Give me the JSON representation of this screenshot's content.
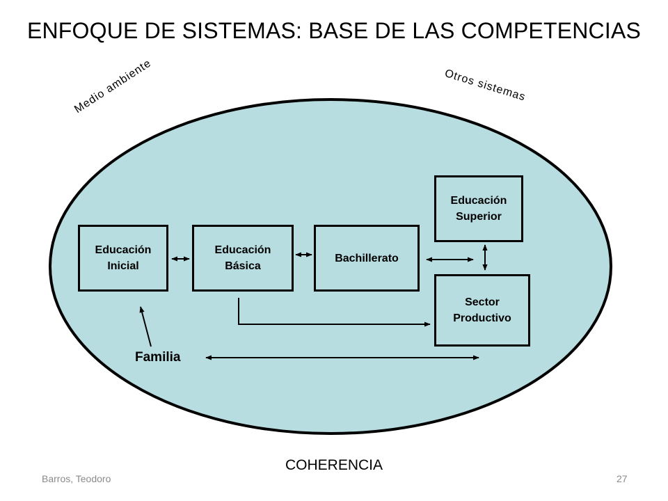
{
  "slide": {
    "title": "ENFOQUE DE SISTEMAS: BASE DE LAS COMPETENCIAS",
    "footer_author": "Barros, Teodoro",
    "page_number": "27"
  },
  "diagram": {
    "outer_labels": {
      "environment": "Medio ambiente",
      "other_systems": "Otros sistemas"
    },
    "boxes": {
      "inicial": {
        "line1": "Educación",
        "line2": "Inicial"
      },
      "basica": {
        "line1": "Educación",
        "line2": "Básica"
      },
      "bachillerato": {
        "line1": "Bachillerato"
      },
      "superior": {
        "line1": "Educación",
        "line2": "Superior"
      },
      "productivo": {
        "line1": "Sector",
        "line2": "Productivo"
      }
    },
    "familia": "Familia",
    "bottom_label": "COHERENCIA",
    "colors": {
      "fill": "#b7dde1",
      "stroke": "#000000",
      "footer_text": "#8a8a8a"
    }
  }
}
